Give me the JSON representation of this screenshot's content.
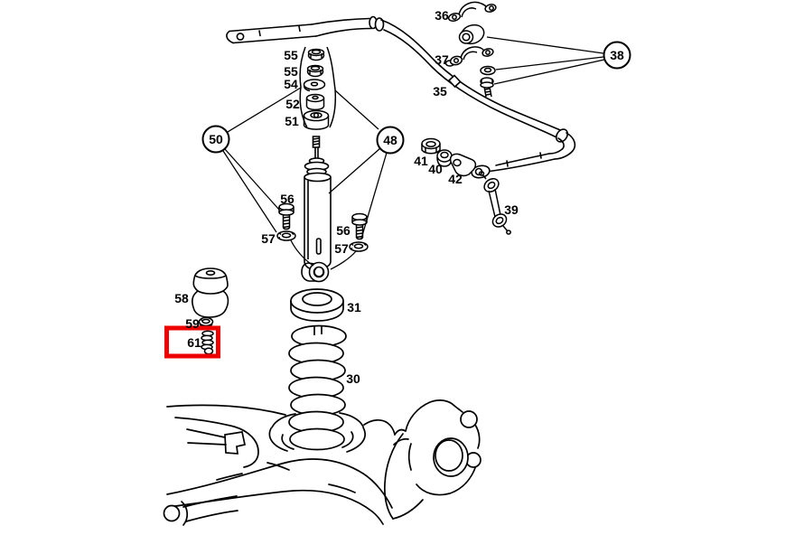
{
  "diagram": {
    "type": "exploded-parts-diagram",
    "subject": "rear suspension assembly",
    "background": "#ffffff",
    "ink": "#000000",
    "highlight": {
      "highlighted_part": "61",
      "color": "#ee0000"
    },
    "callouts": {
      "circled": [
        {
          "id": "50",
          "text": "50"
        },
        {
          "id": "48",
          "text": "48"
        },
        {
          "id": "38",
          "text": "38"
        }
      ],
      "labels": [
        {
          "id": "36",
          "text": "36"
        },
        {
          "id": "37",
          "text": "37"
        },
        {
          "id": "35",
          "text": "35"
        },
        {
          "id": "55-top",
          "text": "55"
        },
        {
          "id": "55-bottom",
          "text": "55"
        },
        {
          "id": "54",
          "text": "54"
        },
        {
          "id": "52",
          "text": "52"
        },
        {
          "id": "51",
          "text": "51"
        },
        {
          "id": "56-left",
          "text": "56"
        },
        {
          "id": "57-left",
          "text": "57"
        },
        {
          "id": "56-right",
          "text": "56"
        },
        {
          "id": "57-right",
          "text": "57"
        },
        {
          "id": "41",
          "text": "41"
        },
        {
          "id": "40",
          "text": "40"
        },
        {
          "id": "42",
          "text": "42"
        },
        {
          "id": "39",
          "text": "39"
        },
        {
          "id": "58",
          "text": "58"
        },
        {
          "id": "59",
          "text": "59"
        },
        {
          "id": "61",
          "text": "61"
        },
        {
          "id": "31",
          "text": "31"
        },
        {
          "id": "30",
          "text": "30"
        }
      ]
    }
  }
}
